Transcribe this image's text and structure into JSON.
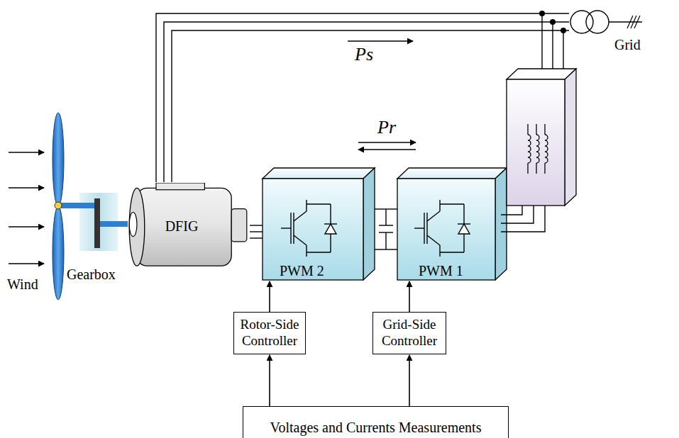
{
  "diagram": {
    "nodes": [
      {
        "text": [
          "DFIG"
        ]
      },
      {
        "text": [
          "Rotor-Side Controller"
        ]
      },
      {
        "text": [
          "Grid-Side Controller"
        ]
      },
      {
        "text": [
          "Voltages and Currents Measurements"
        ]
      }
    ],
    "edges": [
      {
        "from": 3,
        "to": 1,
        "arrow": "to"
      },
      {
        "from": 3,
        "to": 2,
        "arrow": "to"
      }
    ],
    "labels": [
      "Ps",
      "Pr",
      "Gearbox",
      "Wind",
      "PWM 2",
      "PWM 1",
      "Grid"
    ]
  }
}
